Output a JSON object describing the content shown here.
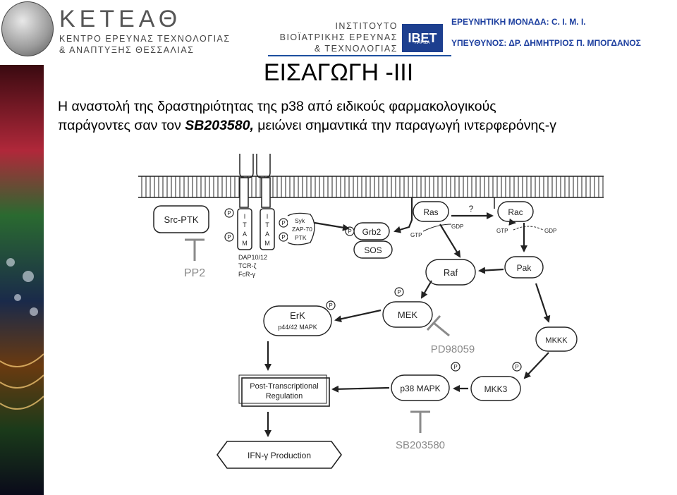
{
  "header": {
    "keteath_title": "ΚΕΤΕΑΘ",
    "keteath_line1": "ΚΕΝΤΡΟ ΕΡΕΥΝΑΣ ΤΕΧΝΟΛΟΓΙΑΣ",
    "keteath_line2": "& ΑΝΑΠΤΥΞΗΣ ΘΕΣΣΑΛΙΑΣ",
    "institute_line1": "ΙΝΣΤΙΤΟΥΤΟ",
    "institute_line2": "ΒΙΟΪΑΤΡΙΚΗΣ ΕΡΕΥΝΑΣ",
    "institute_line3": "& ΤΕΧΝΟΛΟΓΙΑΣ",
    "ibet_logo": "IBET",
    "ibet_sub": "ΛΑΡΙΣΑ",
    "unit": "ΕΡΕΥΝΗΤΙΚΗ ΜΟΝΑΔΑ: C. I. M. I.",
    "responsible": "ΥΠΕΥΘΥΝΟΣ: ΔΡ. ΔΗΜΗΤΡΙΟΣ Π. ΜΠΟΓΔΑΝΟΣ"
  },
  "title": "ΕΙΣΑΓΩΓΗ -ΙΙΙ",
  "intro": {
    "line1": "Η  αναστολή  της  δραστηριότητας  της  p38  από    ειδικούς  φαρμακολογικούς",
    "line2_before": "παράγοντες σαν τον ",
    "line2_drug": "SB203580,",
    "line2_after": " μειώνει σημαντικά την παραγωγή ιντερφερόνης-γ"
  },
  "diagram": {
    "src_ptk": "Src-PTK",
    "pp2": "PP2",
    "itam": [
      "I",
      "T",
      "A",
      "M"
    ],
    "dap": "DAP10/12",
    "tcr": "TCR-ζ",
    "fcr": "FcR-γ",
    "syk": "Syk",
    "zap": "ZAP-70",
    "ptk": "PTK",
    "grb2": "Grb2",
    "sos": "SOS",
    "ras": "Ras",
    "rac": "Rac",
    "question": "?",
    "gdp": "GDP",
    "gtp": "GTP",
    "raf": "Raf",
    "pak": "Pak",
    "mek": "MEK",
    "erk": "ErK",
    "erk_sub": "p44/42 MAPK",
    "pd": "PD98059",
    "mkkk": "MKKK",
    "mkk3": "MKK3",
    "p38": "p38 MAPK",
    "ptr1": "Post-Transcriptional",
    "ptr2": "Regulation",
    "sb": "SB203580",
    "ifn": "IFN-γ Production",
    "p": "P"
  },
  "colors": {
    "accent": "#1d3f9f",
    "inhibitor": "#8a8a8a"
  }
}
